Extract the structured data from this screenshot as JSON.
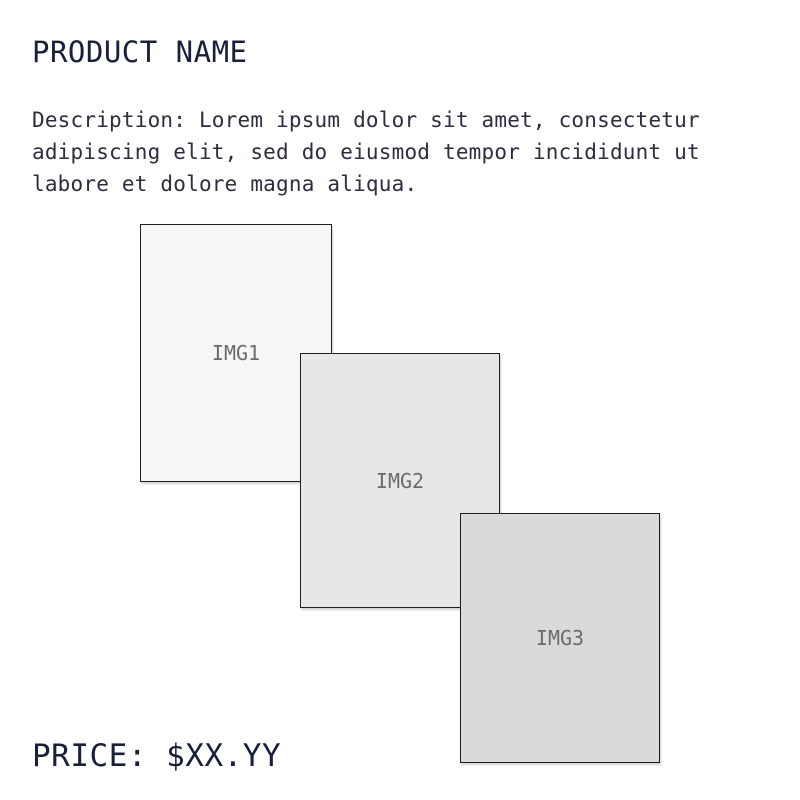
{
  "product": {
    "title": "PRODUCT NAME",
    "description": "Description: Lorem ipsum dolor sit amet, consectetur\nadipiscing elit, sed do eiusmod tempor incididunt ut\nlabore et dolore magna aliqua.",
    "price": "PRICE: $XX.YY"
  },
  "gallery": {
    "images": [
      {
        "label": "IMG1",
        "color": "#f6f6f6"
      },
      {
        "label": "IMG2",
        "color": "#e8e6e7"
      },
      {
        "label": "IMG3",
        "color": "#dcdad9"
      }
    ]
  },
  "colors": {
    "text": "#1a1f3a",
    "border": "#1f1f1f"
  }
}
